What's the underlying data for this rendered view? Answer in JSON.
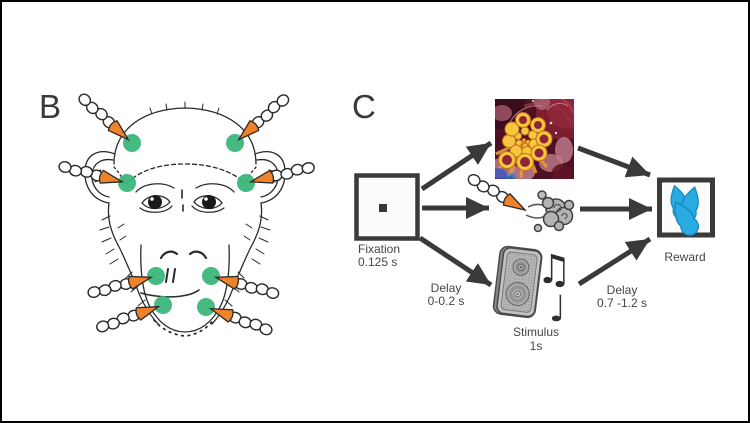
{
  "panel_b": {
    "label": "B",
    "illustration": "monkey-face-with-air-nozzles",
    "stimulation_sites_count": 8
  },
  "panel_c": {
    "label": "C",
    "fixation": {
      "name": "Fixation",
      "duration": "0.125 s"
    },
    "delay_pre": {
      "name": "Delay",
      "duration": "0-0.2 s"
    },
    "stimulus": {
      "name": "Stimulus",
      "duration": "1s"
    },
    "delay_post": {
      "name": "Delay",
      "duration": "0.7 -1.2 s"
    },
    "reward": {
      "name": "Reward"
    },
    "music_notes": {
      "beamed": "♫",
      "single": "♩"
    },
    "branches": [
      "visual-fractal-image",
      "tactile-air-puff",
      "auditory-speaker-sound"
    ]
  },
  "colors": {
    "stimulation_site_green": "#35b576",
    "nozzle_orange": "#f0822a",
    "arrow_dark": "#3a3a3a",
    "reward_drop_blue": "#29abe2"
  }
}
